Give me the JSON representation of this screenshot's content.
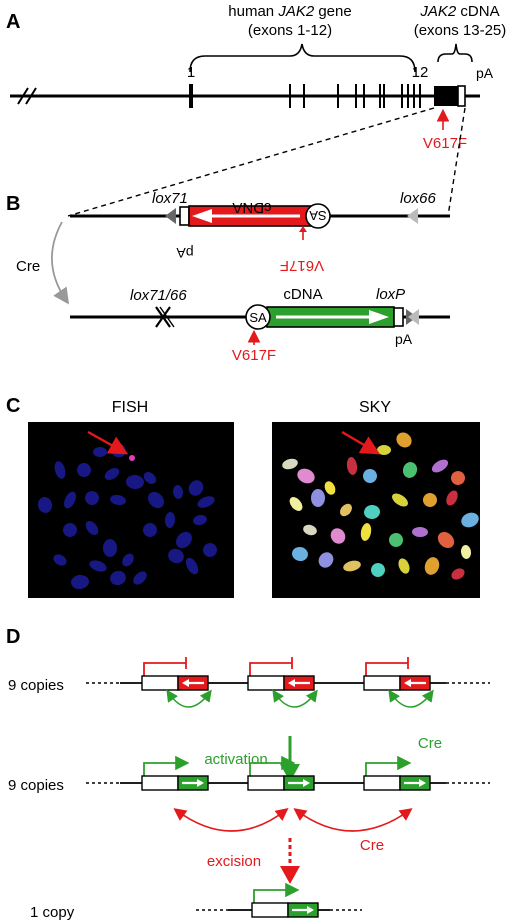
{
  "panel_labels": {
    "a": "A",
    "b": "B",
    "c": "C",
    "d": "D"
  },
  "panel_a": {
    "gene_label_prefix": "human ",
    "gene_label_italic": "JAK2",
    "gene_label_suffix": " gene",
    "exons_1_12": "(exons 1-12)",
    "cdna_label_italic": "JAK2",
    "cdna_label_suffix": " cDNA",
    "exons_13_25": "(exons 13-25)",
    "exon_1": "1",
    "exon_12": "12",
    "polya": "pA",
    "mutation": "V617F"
  },
  "panel_b": {
    "lox71": "lox71",
    "lox66": "lox66",
    "cdna_inverted": "cDNA",
    "sa_inverted": "SA",
    "pa_inverted": "pA",
    "mutation_inverted": "V617F",
    "cre": "Cre",
    "lox71_66": "lox71/66",
    "sa": "SA",
    "cdna": "cDNA",
    "loxp": "loxP",
    "polya": "pA",
    "mutation": "V617F"
  },
  "panel_c": {
    "fish": "FISH",
    "sky": "SKY"
  },
  "panel_d": {
    "nine_copies_top": "9 copies",
    "cre_top": "Cre",
    "activation": "activation",
    "nine_copies_mid": "9 copies",
    "cre_mid": "Cre",
    "excision": "excision",
    "one_copy": "1 copy"
  },
  "colors": {
    "red": "#e3191c",
    "green": "#2ca02c",
    "grey": "#999999",
    "text_red": "#e3191c",
    "navy": "#1a1a8c"
  }
}
